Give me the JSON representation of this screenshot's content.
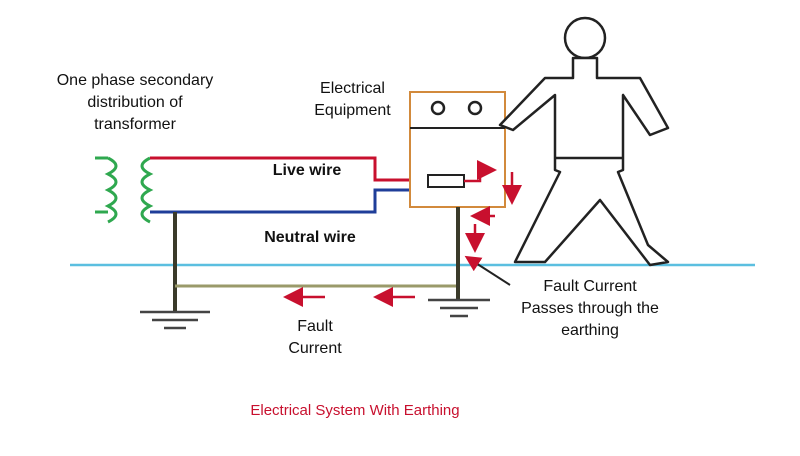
{
  "colors": {
    "live": "#c8102e",
    "neutral": "#1f3e99",
    "coil": "#2fa84f",
    "ground_line": "#5bbfe0",
    "earth_wire": "#3a3a2a",
    "earth_path": "#9a9a6a",
    "arrow": "#c8102e",
    "equipment": "#d28a3c",
    "caption": "#c8102e"
  },
  "labels": {
    "transformer": [
      "One phase secondary",
      "distribution of",
      "transformer"
    ],
    "equipment": [
      "Electrical",
      "Equipment"
    ],
    "live": "Live wire",
    "neutral": "Neutral wire",
    "fault_right": [
      "Fault Current",
      "Passes through the",
      "earthing"
    ],
    "fault_left": [
      "Fault",
      "Current"
    ],
    "caption": "Electrical System With Earthing"
  }
}
